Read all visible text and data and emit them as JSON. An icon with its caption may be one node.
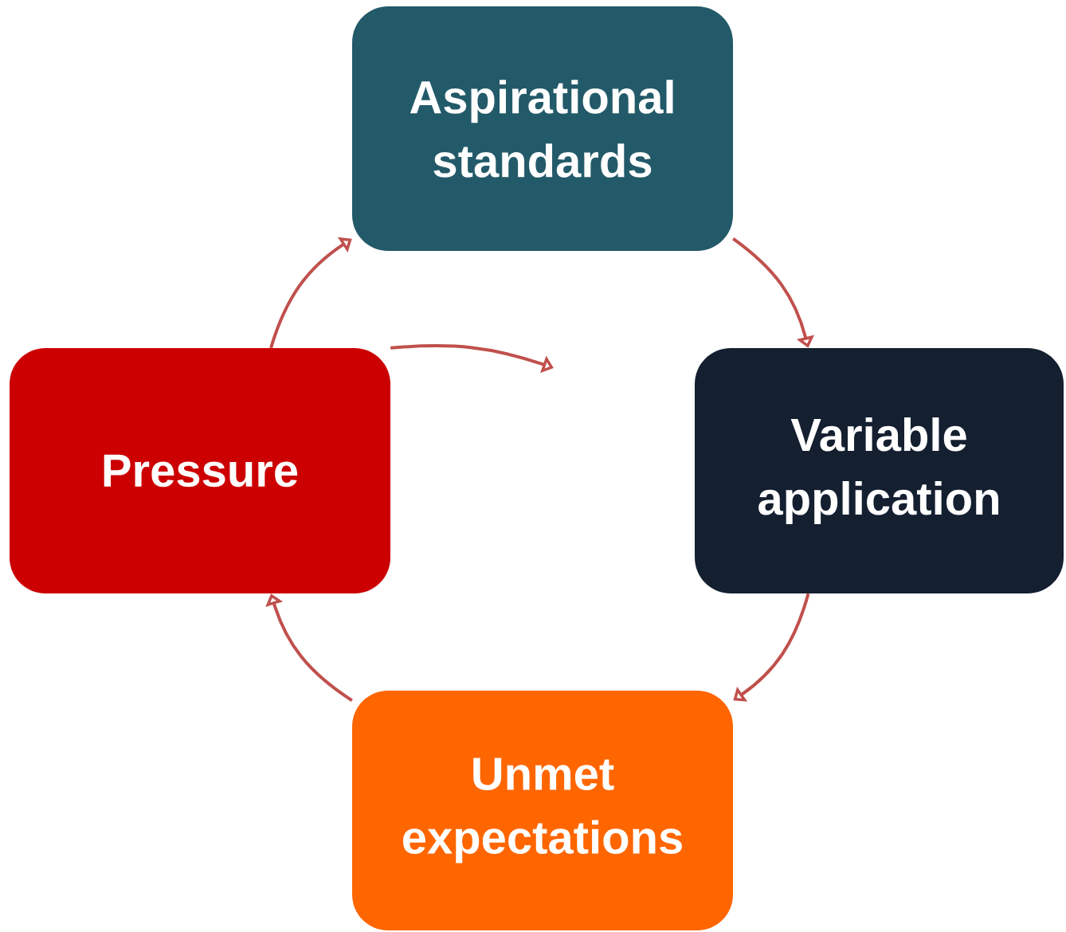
{
  "diagram": {
    "nodes": [
      {
        "text": [
          "Aspirational standards"
        ]
      },
      {
        "text": [
          "Variable application"
        ]
      },
      {
        "text": [
          "Unmet expectations"
        ]
      },
      {
        "text": [
          "Pressure"
        ]
      }
    ],
    "edges": [
      {
        "from": 0,
        "to": 1,
        "arrow": "to"
      },
      {
        "from": 1,
        "to": 2,
        "arrow": "to"
      },
      {
        "from": 2,
        "to": 3,
        "arrow": "to"
      },
      {
        "from": 3,
        "to": 0,
        "arrow": "to"
      },
      {
        "from": 3,
        "to": null,
        "arrow": "to"
      }
    ]
  }
}
